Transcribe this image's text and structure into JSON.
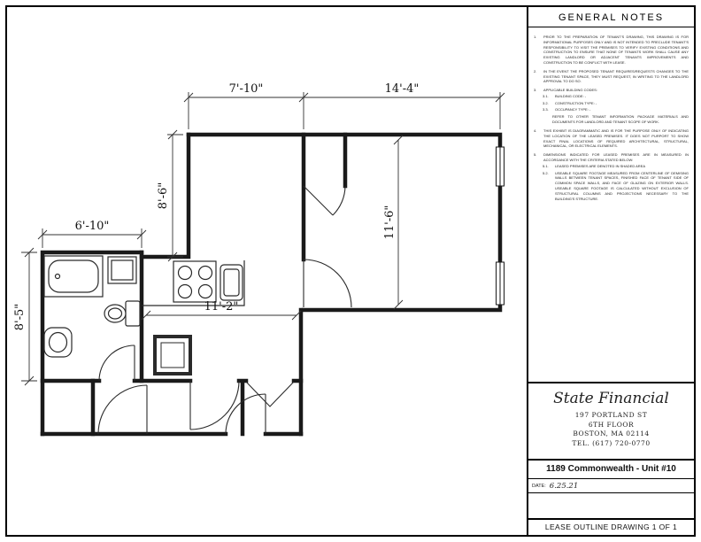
{
  "notes": {
    "title": "GENERAL NOTES",
    "items": [
      {
        "num": "1.",
        "text": "PRIOR TO THE PREPARATION OF TENANT'S DRAWING, THIS DRAWING IS FOR INFORMATIONAL PURPOSES ONLY AND IS NOT INTENDED TO PRECLUDE TENANT'S RESPONSIBILITY TO VISIT THE PREMISES TO VERIFY EXISTING CONDITIONS AND CONSTRUCTION TO ENSURE THAT NONE OF TENANTS WORK SHALL CAUSE ANY EXISTING LANDLORD OR ADJACENT TENANTS IMPROVEMENTS AND CONSTRUCTION TO BE CONFLICT WITH LEASE."
      },
      {
        "num": "2.",
        "text": "IN THE EVENT THE PROPOSED TENANT REQUIRES/REQUESTS CHANGES TO THE EXISTING TENANT SPACE, THEY MUST REQUEST, IN WRITING TO THE LANDLORD APPROVAL TO DO SO."
      },
      {
        "num": "3.",
        "text": "APPLICABLE BUILDING CODES:"
      },
      {
        "num": "3.1.",
        "text": "BUILDING CODE:  -"
      },
      {
        "num": "3.2.",
        "text": "CONSTRUCTION TYPE:  -"
      },
      {
        "num": "3.3.",
        "text": "OCCUPANCY TYPE:  -"
      },
      {
        "num": "",
        "text": "REFER TO OTHER TENANT INFORMATION PACKAGE MATERIALS AND DOCUMENTS FOR LANDLORD AND TENANT SCOPE OF WORK."
      },
      {
        "num": "4.",
        "text": "THIS EXHIBIT IS DIAGRAMMATIC AND IS FOR THE PURPOSE ONLY OF INDICATING THE LOCATION OF THE LEASED PREMISES. IT DOES NOT PURPORT TO SHOW EXACT FINAL LOCATIONS OF REQUIRED ARCHITECTURAL, STRUCTURAL, MECHANICAL, OR ELECTRICAL ELEMENTS."
      },
      {
        "num": "5.",
        "text": "DIMENSIONS INDICATED FOR LEASED PREMISES ARE IN MEASURED IN ACCORDANCE WITH THE CRITERIA STATED BELOW:"
      },
      {
        "num": "5.1.",
        "text": "LEASED PREMISES ARE DENOTED IN SHADED AREA"
      },
      {
        "num": "5.2.",
        "text": "USEABLE SQUARE FOOTAGE MEASURED FROM CENTERLINE OF DEMISING WALLS BETWEEN TENANT SPACES, FINISHED FACE OF TENANT SIDE OF COMMON SPACE WALLS, AND FACE OF GLAZING ON EXTERIOR WALLS. USEABLE SQUARE FOOTAGE IS CALCULATED WITHOUT EXCLUSION OF STRUCTURAL COLUMNS AND PROJECTIONS NECESSARY TO THE BUILDING'S STRUCTURE."
      }
    ]
  },
  "title_block": {
    "company": "State Financial",
    "address": [
      "197 PORTLAND ST",
      "6TH FLOOR",
      "BOSTON, MA 02114",
      "TEL. (617) 720-0770"
    ],
    "project": "1189 Commonwealth - Unit #10",
    "date_label": "DATE:",
    "date_value": "6.25.21",
    "sheet_title": "LEASE OUTLINE DRAWING 1 OF 1"
  },
  "plan": {
    "dims": {
      "kitchen_width": "7'-10\"",
      "bedroom_width": "14'-4\"",
      "kitchen_depth": "8'-6\"",
      "bath_width": "6'-10\"",
      "bath_depth": "8'-5\"",
      "bedroom_depth": "11'-6\"",
      "living_width": "11'-2\""
    }
  }
}
